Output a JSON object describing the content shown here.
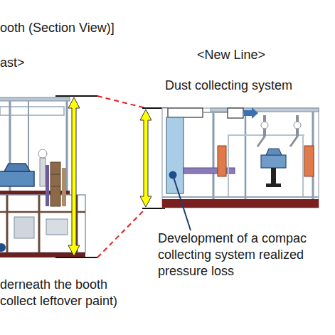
{
  "diagram": {
    "title": "ooth (Section View)]",
    "labels": [
      "ast>",
      "<New Line>",
      "Dust collecting system",
      "Development of a compac collecting system realized pressure loss",
      "derneath the booth collect leftover paint)"
    ]
  }
}
